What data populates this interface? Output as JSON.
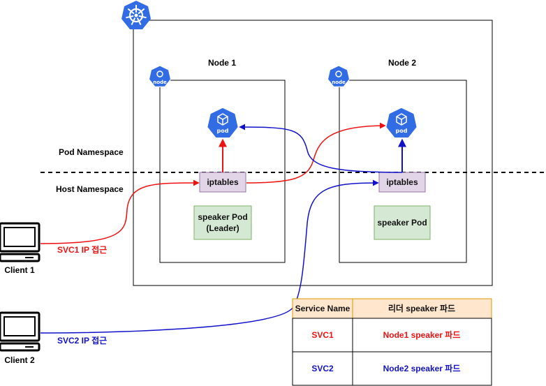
{
  "labels": {
    "node1": "Node 1",
    "node2": "Node 2",
    "pod_namespace": "Pod  Namespace",
    "host_namespace": "Host  Namespace",
    "iptables1": "iptables",
    "iptables2": "iptables",
    "speaker_leader_line1": "speaker Pod",
    "speaker_leader_line2": "(Leader)",
    "speaker2": "speaker Pod",
    "client1": "Client 1",
    "client2": "Client 2",
    "svc1_access": "SVC1 IP 접근",
    "svc2_access": "SVC2 IP 접근",
    "pod_icon_text": "pod",
    "node_icon_text": "node"
  },
  "table": {
    "headers": [
      "Service Name",
      "리더 speaker 파드"
    ],
    "rows": [
      {
        "service": "SVC1",
        "leader": "Node1 speaker 파드"
      },
      {
        "service": "SVC2",
        "leader": "Node2 speaker 파드"
      }
    ]
  },
  "colors": {
    "svc1_path": "#ee1111",
    "svc2_path": "#1111cc",
    "k8s_blue": "#326ce5",
    "iptables_fill": "#e1d5e7",
    "iptables_stroke": "#9673a6",
    "speaker_fill": "#d5e8d4",
    "speaker_stroke": "#82b366",
    "table_header_fill": "#ffe6cc",
    "table_header_stroke": "#d79b00"
  },
  "icons": [
    "kubernetes-logo-icon",
    "node-icon",
    "pod-icon",
    "computer-monitor-icon"
  ]
}
